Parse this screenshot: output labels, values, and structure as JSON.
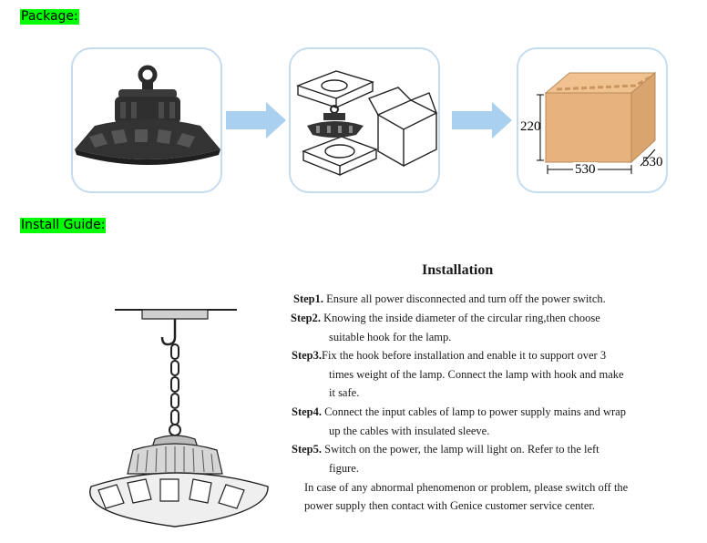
{
  "labels": {
    "package": "Package:",
    "install_guide": "Install Guide:"
  },
  "dimensions": {
    "height": "220",
    "width": "530",
    "depth": "530"
  },
  "installation": {
    "title": "Installation",
    "steps": [
      {
        "label": "Step1.",
        "lines": [
          "Ensure all power disconnected and turn off the power switch."
        ]
      },
      {
        "label": "Step2.",
        "lines": [
          "Knowing the inside diameter of the circular ring,then choose",
          "suitable hook for the lamp."
        ]
      },
      {
        "label": "Step3.",
        "lines": [
          "Fix the hook before installation and enable it to support over 3",
          "times weight of the lamp. Connect the lamp with hook and make",
          "it safe."
        ]
      },
      {
        "label": "Step4.",
        "lines": [
          "Connect the input cables of lamp to power supply mains and wrap",
          "up the cables with insulated sleeve."
        ]
      },
      {
        "label": "Step5.",
        "lines": [
          "Switch on the power, the lamp will light on. Refer to the left",
          "figure."
        ]
      }
    ],
    "note_lines": [
      "In case of any abnormal phenomenon or problem, please switch off the",
      "power supply then contact with Genice customer service center."
    ]
  },
  "colors": {
    "label_highlight": "#00ff00",
    "panel_border": "#c5dcef",
    "arrow": "#a9d0ef",
    "box": "#e8b27e"
  }
}
